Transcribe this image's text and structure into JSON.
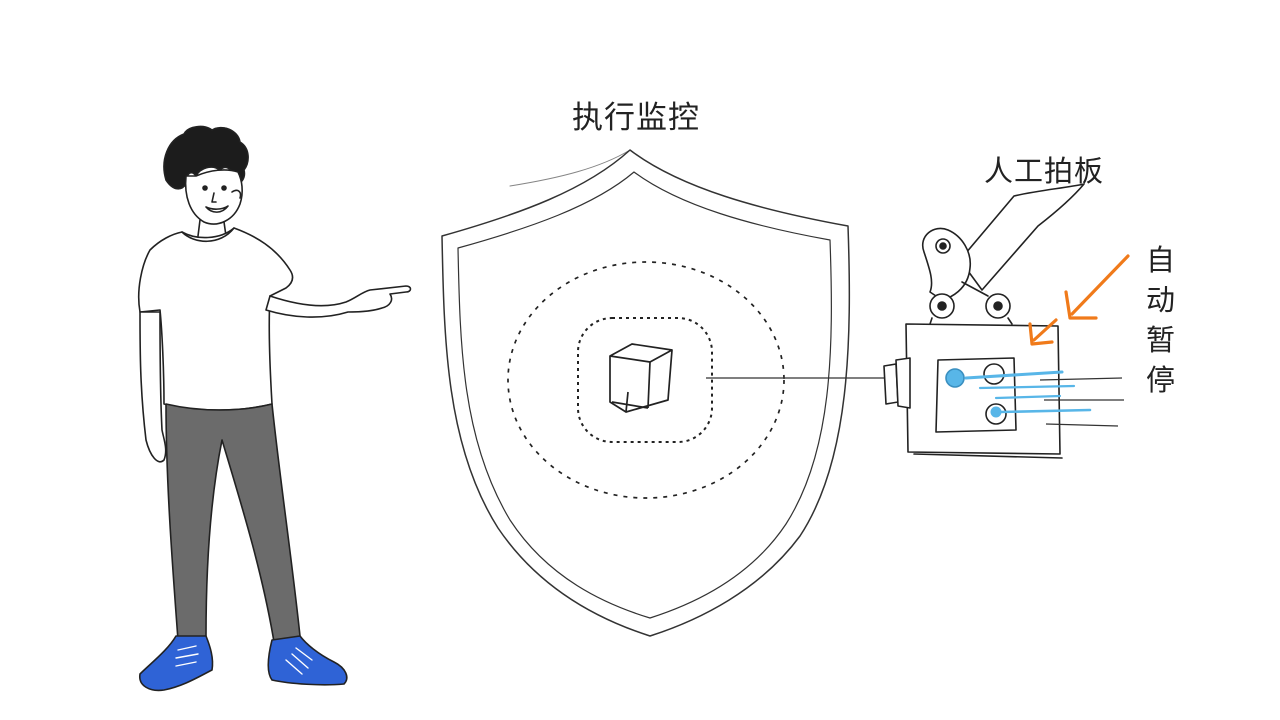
{
  "labels": {
    "monitor": "执行监控",
    "manual_override": "人工拍板",
    "auto_pause": "自动暂停"
  },
  "colors": {
    "ink": "#222222",
    "pants": "#6b6b6b",
    "shoes": "#2f63d6",
    "accent_blue": "#58b6e8",
    "accent_orange": "#f07a1a"
  },
  "icons": [
    "person",
    "shield",
    "cube",
    "lever-switch",
    "arrow"
  ]
}
